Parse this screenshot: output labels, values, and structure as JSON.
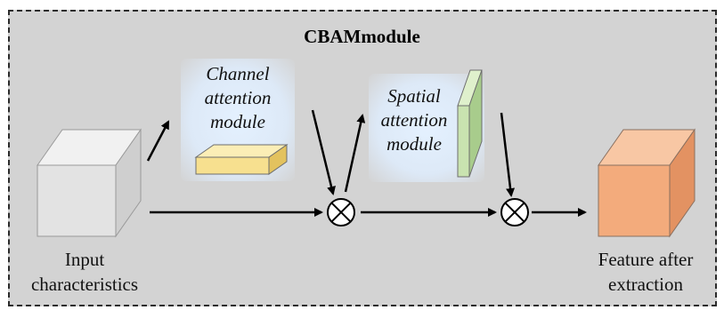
{
  "title": "CBAMmodule",
  "input": {
    "line1": "Input",
    "line2": "characteristics"
  },
  "channel": {
    "line1": "Channel",
    "line2": "attention",
    "line3": "module"
  },
  "spatial": {
    "line1": "Spatial",
    "line2": "attention",
    "line3": "module"
  },
  "output": {
    "line1": "Feature after",
    "line2": "extraction"
  },
  "colors": {
    "background": "#d3d3d3",
    "input_cube": "#e3e3e3",
    "channel_bar": "#f7e08f",
    "spatial_bar": "#c9e3b0",
    "output_cube": "#f3ab7c"
  }
}
